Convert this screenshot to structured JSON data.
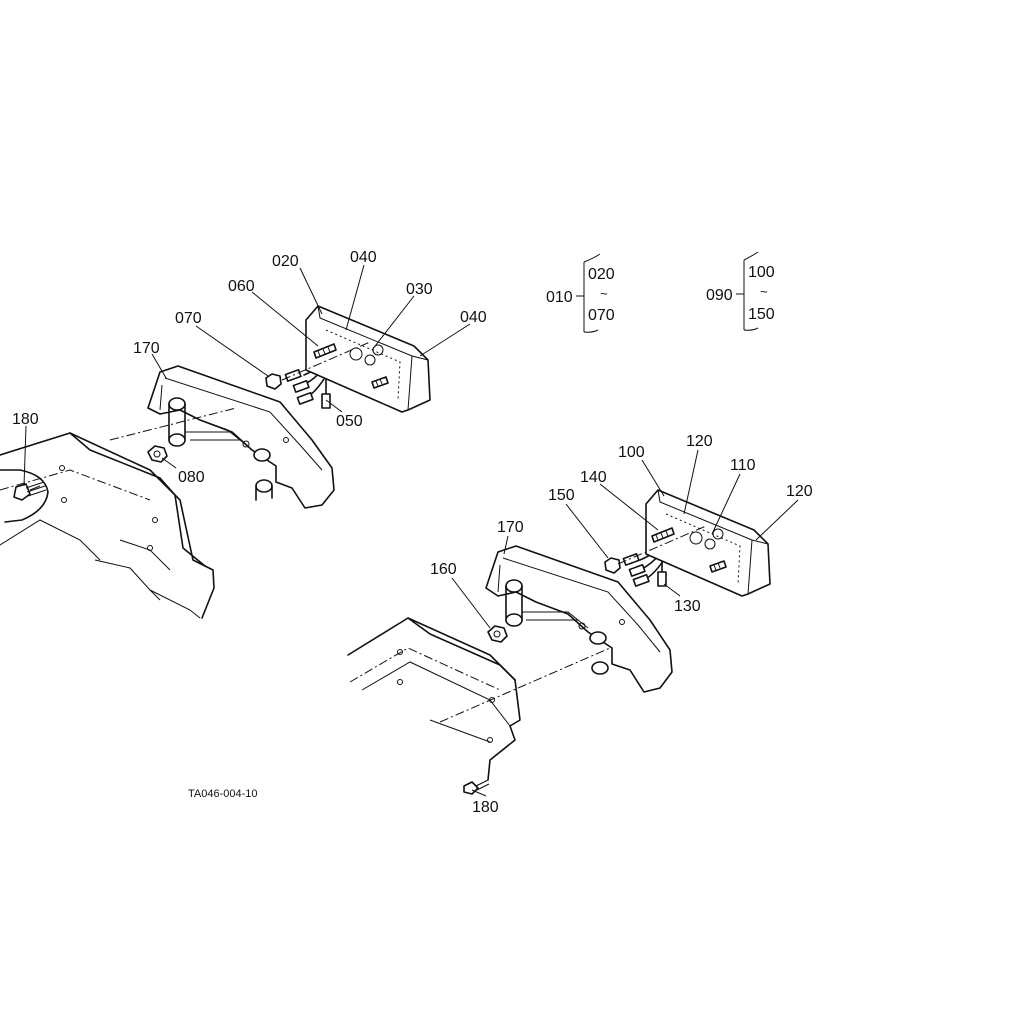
{
  "drawing_code": "TA046-004-10",
  "group_labels": {
    "left": {
      "parent": "010",
      "from": "020",
      "to": "070",
      "tilde": "~"
    },
    "right": {
      "parent": "090",
      "from": "100",
      "to": "150",
      "tilde": "~"
    }
  },
  "callouts": {
    "left": {
      "c020": "020",
      "c040a": "040",
      "c060": "060",
      "c030": "030",
      "c040b": "040",
      "c070": "070",
      "c170": "170",
      "c050": "050",
      "c180": "180",
      "c080": "080"
    },
    "right": {
      "c100": "100",
      "c120a": "120",
      "c140": "140",
      "c110": "110",
      "c120b": "120",
      "c150": "150",
      "c170": "170",
      "c160": "160",
      "c130": "130",
      "c180": "180"
    }
  },
  "colors": {
    "line": "#111111",
    "background": "#ffffff"
  }
}
